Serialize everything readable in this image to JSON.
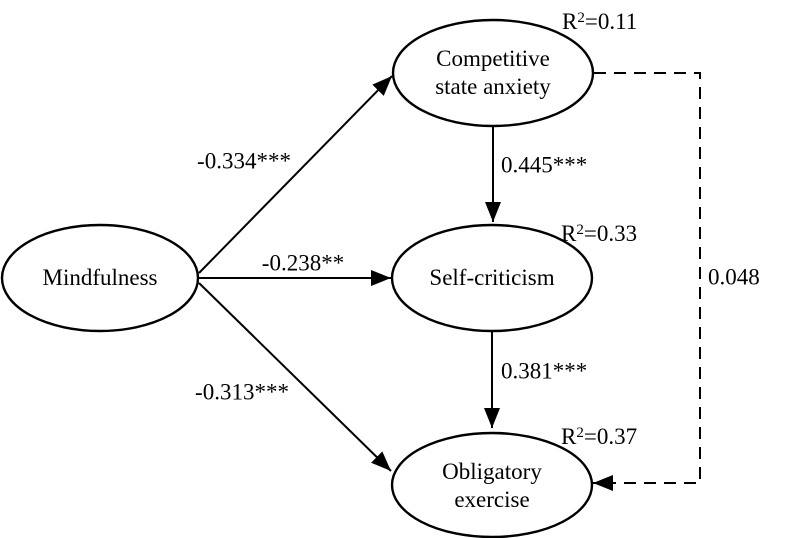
{
  "diagram_type": "structural-equation-path-model",
  "colors": {
    "background": "#ffffff",
    "line": "#000000",
    "node_fill": "#ffffff",
    "text": "#000000"
  },
  "nodes": {
    "mindfulness": {
      "label": "Mindfulness"
    },
    "competitive_state_anxiety": {
      "line1": "Competitive",
      "line2": "state anxiety",
      "r2": {
        "base": "R",
        "sup": "2",
        "rest": "=0.11"
      }
    },
    "self_criticism": {
      "label": "Self-criticism",
      "r2": {
        "base": "R",
        "sup": "2",
        "rest": "=0.33"
      }
    },
    "obligatory_exercise": {
      "line1": "Obligatory",
      "line2": "exercise",
      "r2": {
        "base": "R",
        "sup": "2",
        "rest": "=0.37"
      }
    }
  },
  "paths": {
    "mindfulness_to_anxiety": {
      "coefficient": "-0.334***",
      "style": "solid"
    },
    "mindfulness_to_self_criticism": {
      "coefficient": "-0.238**",
      "style": "solid"
    },
    "mindfulness_to_exercise": {
      "coefficient": "-0.313***",
      "style": "solid"
    },
    "anxiety_to_self_criticism": {
      "coefficient": "0.445***",
      "style": "solid"
    },
    "self_criticism_to_exercise": {
      "coefficient": "0.381***",
      "style": "solid"
    },
    "anxiety_to_exercise": {
      "coefficient": "0.048",
      "style": "dashed"
    }
  }
}
